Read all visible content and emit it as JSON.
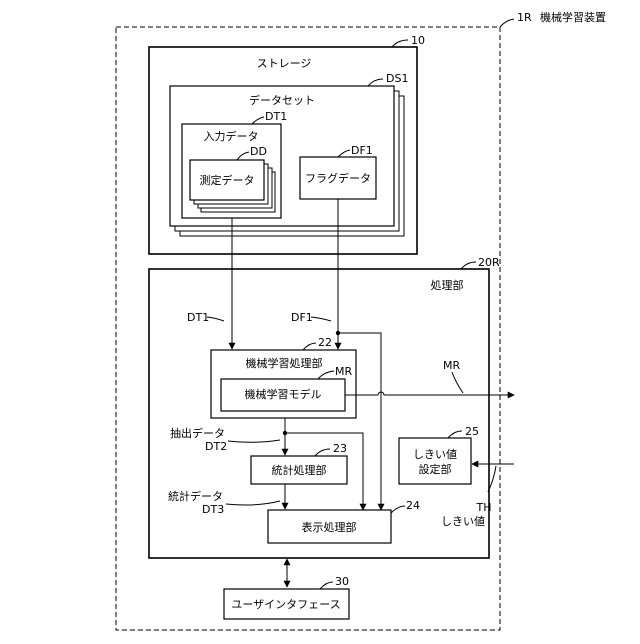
{
  "apparatus": {
    "ref": "1R",
    "title": "機械学習装置"
  },
  "storage": {
    "ref": "10",
    "label": "ストレージ"
  },
  "dataset": {
    "ref": "DS1",
    "label": "データセット"
  },
  "input_data": {
    "ref": "DT1",
    "label": "入力データ"
  },
  "measurement_data": {
    "ref": "DD",
    "label": "測定データ"
  },
  "flag_data": {
    "ref": "DF1",
    "label": "フラグデータ"
  },
  "processing_unit": {
    "ref": "20R",
    "label": "処理部"
  },
  "ml_processing": {
    "ref": "22",
    "label": "機械学習処理部"
  },
  "ml_model": {
    "ref": "MR",
    "label": "機械学習モデル"
  },
  "statistics_processing": {
    "ref": "23",
    "label": "統計処理部"
  },
  "display_processing": {
    "ref": "24",
    "label": "表示処理部"
  },
  "threshold_setting": {
    "ref": "25",
    "label_line1": "しきい値",
    "label_line2": "設定部"
  },
  "user_interface": {
    "ref": "30",
    "label": "ユーザインタフェース"
  },
  "signals": {
    "dt1": "DT1",
    "df1": "DF1",
    "mr_out": "MR",
    "extracted_data": "抽出データ",
    "dt2": "DT2",
    "statistics_data": "統計データ",
    "dt3": "DT3",
    "th_ref": "TH",
    "th_label": "しきい値"
  }
}
